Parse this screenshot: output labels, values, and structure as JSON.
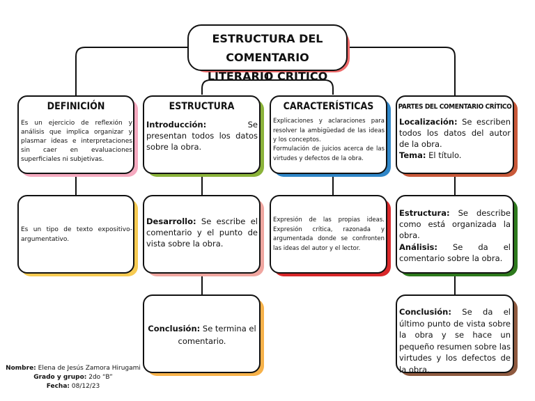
{
  "title": {
    "line1": "ESTRUCTURA DEL COMENTARIO",
    "line2": "LITERARIO CRÍTICO"
  },
  "columns": {
    "definicion": {
      "heading": "DEFINICIÓN",
      "box1": "Es un ejercicio de reflexión y análisis que implica organizar y plasmar ideas e interpretaciones sin caer en evaluaciones superficiales ni subjetivas.",
      "box2": "Es un tipo de texto expositivo-argumentativo."
    },
    "estructura": {
      "heading": "ESTRUCTURA",
      "intro_label": "Introducción:",
      "intro_text": " Se presentan todos los datos sobre la obra.",
      "desarrollo_label": "Desarrollo:",
      "desarrollo_text": " Se escribe el comentario y el punto de vista sobre la obra.",
      "conclusion_label": "Conclusión:",
      "conclusion_text": " Se termina el comentario."
    },
    "caracteristicas": {
      "heading": "CARACTERÍSTICAS",
      "box1_p1": "Explicaciones y aclaraciones para resolver la ambigüedad de las ideas y los conceptos.",
      "box1_p2": "Formulación de juicios acerca de las virtudes y defectos de la obra.",
      "box2": "Expresión de las propias ideas. Expresión crítica, razonada y argumentada donde se confronten las ideas del autor y el lector."
    },
    "partes": {
      "heading": "PARTES DEL COMENTARIO CRÍTICO",
      "localizacion_label": "Localización:",
      "localizacion_text": " Se escriben todos los datos del autor de la obra.",
      "tema_label": "Tema:",
      "tema_text": " El título.",
      "estructura_label": "Estructura:",
      "estructura_text": " Se describe como está organizada la obra.",
      "analisis_label": "Análisis:",
      "analisis_text": " Se da el comentario sobre la obra.",
      "conclusion_label": "Conclusión:",
      "conclusion_text": " Se da el último punto de vista sobre la obra y se hace un pequeño resumen sobre las virtudes y los defectos de la obra."
    }
  },
  "footer": {
    "nombre_label": "Nombre:",
    "nombre_value": " Elena de Jesús Zamora Hirugami",
    "grado_label": "Grado y grupo:",
    "grado_value": " 2do “B”",
    "fecha_label": "Fecha:",
    "fecha_value": " 08/12/23"
  },
  "colors": {
    "title_shadow": "#ee6a6a",
    "pink": "#f5a9bf",
    "green": "#8bb33a",
    "blue": "#2f86c8",
    "orange": "#c9593a",
    "yellow": "#f7cb52",
    "salmon": "#f0a6a0",
    "red": "#d9282a",
    "dark_green": "#2e7a1d",
    "brown": "#8f5a3f",
    "light_orange": "#f7b24a"
  }
}
